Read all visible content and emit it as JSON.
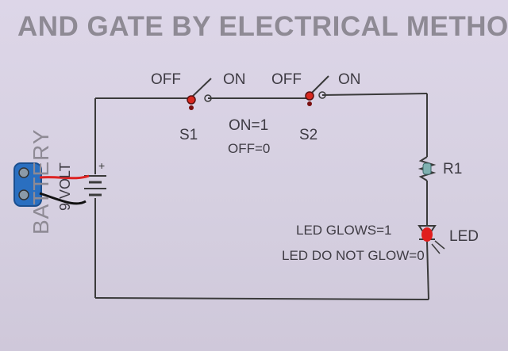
{
  "title": "AND GATE BY ELECTRICAL METHOD",
  "switch1": {
    "off": "OFF",
    "on": "ON",
    "name": "S1"
  },
  "switch2": {
    "off": "OFF",
    "on": "ON",
    "name": "S2"
  },
  "truth_switch": {
    "on_value": "ON=1",
    "off_value": "OFF=0"
  },
  "battery": {
    "label": "BATTERY",
    "voltage": "9 VOLT"
  },
  "resistor": {
    "name": "R1"
  },
  "led": {
    "name": "LED",
    "glows": "LED GLOWS=1",
    "not_glow": "LED DO NOT GLOW=0"
  },
  "colors": {
    "wire": "#3a3a3a",
    "switch_button": "#d8281f",
    "battery_clip": "#2a6fc0",
    "led": "#e01e1e",
    "paper": "#d9d3e3"
  }
}
